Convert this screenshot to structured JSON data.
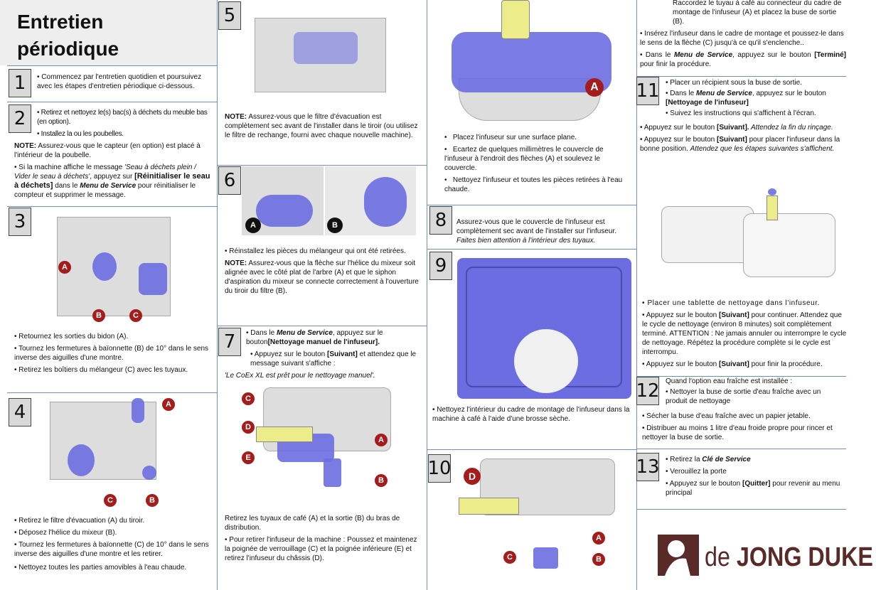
{
  "title": [
    "Entretien",
    "périodique"
  ],
  "steps": {
    "s1": {
      "num": "1",
      "lines": [
        "• Commencez par l'entretien quotidien et poursuivez avec les étapes d'entretien périodique ci-dessous."
      ]
    },
    "s2": {
      "num": "2",
      "b1": "• Retirez et nettoyez le(s) bac(s) à déchets du meuble bas (en option).",
      "b2": "• Installez la ou les poubelles.",
      "note_label": "NOTE:",
      "note": " Assurez-vous que le capteur (en option) est placé à l'intérieur de la poubelle.",
      "b3a": "• Si la machine affiche le message ",
      "b3b": "'Seau à déchets plein / Vider le seau à déchets'",
      "b3c": ", appuyez sur ",
      "b3d": "[Réinitialiser le seau à déchets]",
      "b3e": " dans le ",
      "b3f": "Menu de Service",
      "b3g": " pour réinitialiser le compteur et supprimer le message."
    },
    "s3": {
      "num": "3",
      "labels": [
        "A",
        "B",
        "C"
      ],
      "b1": "• Retournez les sorties du bidon (A).",
      "b2": "• Tournez les fermetures à baïonnette (B) de 10° dans le sens inverse des aiguilles d'une montre.",
      "b3": "• Retirez les boîtiers du mélangeur (C) avec les tuyaux."
    },
    "s4": {
      "num": "4",
      "labels": [
        "A",
        "B",
        "C"
      ],
      "b1": "• Retirez le filtre d'évacuation (A) du tiroir.",
      "b2": "• Déposez l'hélice du mixeur (B).",
      "b3": "• Tournez les fermetures à baïonnette (C) de 10° dans le sens inverse des aiguilles d'une montre et les retirer.",
      "b4": "• Nettoyez toutes les parties amovibles à l'eau chaude."
    },
    "s5": {
      "num": "5",
      "note_label": "NOTE:",
      "note": " Assurez-vous que le filtre d'évacuation est complètement sec avant de l'installer dans le tiroir (ou utilisez le filtre de rechange, fourni avec chaque nouvelle machine)."
    },
    "s6": {
      "num": "6",
      "labels": [
        "A",
        "B"
      ],
      "b1": "• Réinstallez les pièces du mélangeur qui ont été retirées.",
      "note_label": "NOTE:",
      "note": " Assurez-vous que la flèche sur l'hélice du mixeur soit alignée avec le côté plat de l'arbre (A) et que le siphon d'aspiration du mixeur se connecte correctement à l'ouverture du tiroir du filtre (B)."
    },
    "s7": {
      "num": "7",
      "b1a": "• Dans le ",
      "b1b": "Menu de Service",
      "b1c": ", appuyez sur le bouton",
      "b1d": "[Nettoyage manuel de l'infuseur].",
      "b2a": "• Appuyez sur le bouton ",
      "b2b": "[Suivant]",
      "b2c": " et attendez que le message suivant s'affiche :",
      "msg": "'Le CoEx XL est prêt pour le nettoyage manuel'.",
      "labels": [
        "C",
        "D",
        "E",
        "A",
        "B"
      ],
      "b3": "Retirez les tuyaux de café (A) et la sortie (B) du bras de distribution.",
      "b4": "• Pour retirer l'infuseur de la machine : Poussez et maintenez la poignée de verrouillage (C) et la poignée inférieure (E) et retirez l'infuseur du châssis (D)."
    },
    "col3top": {
      "labels": [
        "A"
      ],
      "b1": "Placez l'infuseur sur une surface plane.",
      "b2": "Ecartez de quelques millimètres le couvercle de l'infuseur à l'endroit des flèches (A) et soulevez le couvercle.",
      "b3": "Nettoyez l'infuseur et toutes les pièces retirées à l'eau chaude."
    },
    "s8": {
      "num": "8",
      "t1": "Assurez-vous que le couvercle de l'infuseur est complètement sec avant de l'installer sur l'infuseur.",
      "t2": "Faites bien attention à l'intérieur des tuyaux."
    },
    "s9": {
      "num": "9",
      "b1": "• Nettoyez l'intérieur du cadre de montage de l'infuseur dans la machine à café à l'aide d'une brosse sèche."
    },
    "s10": {
      "num": "10",
      "labels": [
        "D",
        "A",
        "B",
        "C"
      ],
      "t1": "Raccordez le tuyau à café au connecteur du cadre de montage de l'infuseur (A) et placez la buse de sortie (B).",
      "b1": "• Insérez l'infuseur dans le cadre de montage et poussez-le dans le sens de la flèche (C) jusqu'à ce qu'il s'enclenche..",
      "b2a": "• Dans le ",
      "b2b": "Menu de Service",
      "b2c": ", appuyez sur le bouton ",
      "b2d": "[Terminé]",
      "b2e": " pour finir la procédure."
    },
    "s11": {
      "num": "11",
      "b1": "• Placer un récipient sous la buse de sortie.",
      "b2a": "• Dans le ",
      "b2b": "Menu de Service",
      "b2c": ", appuyez sur le bouton ",
      "b2d": "[Nettoyage de l'infuseur]",
      "b3": "• Suivez les instructions qui s'affichent à l'écran.",
      "b4a": "• Appuyez sur le bouton ",
      "b4b": "[Suivant].",
      "b4c": " Attendez la fin du rinçage.",
      "b5a": "• Appuyez sur le bouton ",
      "b5b": "[Suivant]",
      "b5c": " pour placer l'infuseur dans la bonne position. ",
      "b5d": "Attendez que les étapes suivantes s'affichent.",
      "b6": "• Placer une tablette de nettoyage dans l'infuseur.",
      "b7a": "• Appuyez sur le bouton ",
      "b7b": "[Suivant]",
      "b7c": " pour continuer. Attendez que le cycle de nettoyage (environ 8 minutes) soit complètement terminé. ATTENTION : Ne jamais annuler ou interrompre le cycle de nettoyage. Répétez la procédure complète si le cycle est interrompu.",
      "b8a": "• Appuyez sur le bouton ",
      "b8b": "[Suivant]",
      "b8c": " pour finir la procédure."
    },
    "s12": {
      "num": "12",
      "t1": "Quand l'option eau fraîche est installée :",
      "b1": "• Nettoyer la buse de sortie d'eau fraîche avec un produit de nettoyage",
      "b2": "• Sécher la buse d'eau fraîche avec un papier jetable.",
      "b3": "• Distribuer au moins 1 litre d'eau froide propre pour rincer et nettoyer la buse de sortie."
    },
    "s13": {
      "num": "13",
      "b1a": "• Retirez la ",
      "b1b": "Clé de Service",
      "b2": "• Verouillez la porte",
      "b3a": "• Appuyez sur le bouton ",
      "b3b": "[Quitter]",
      "b3c": " pour revenir au menu principal"
    }
  },
  "logo": {
    "text_a": "de ",
    "text_b": "JONG DUKE"
  },
  "colors": {
    "rule": "#6f8fc8",
    "accent": "#6b6de0",
    "callout": "#a51c1c",
    "logo": "#5a2a28"
  }
}
